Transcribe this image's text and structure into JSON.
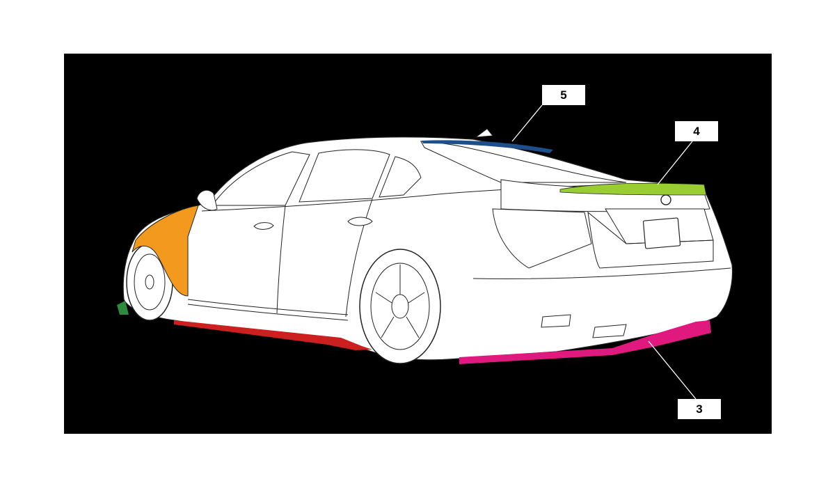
{
  "callouts": {
    "c5": "5",
    "c4": "4",
    "c3": "3"
  },
  "colors": {
    "background": "#000000",
    "car_body": "#ffffff",
    "outline": "#222222",
    "part_5_roof_spoiler": "#1d4f8a",
    "part_4_trunk_spoiler": "#9acd32",
    "part_3_rear_diffuser": "#e0197e",
    "side_skirt": "#cc1f1f",
    "front_fender": "#f39a1e",
    "front_canard": "#2e8b3e"
  }
}
